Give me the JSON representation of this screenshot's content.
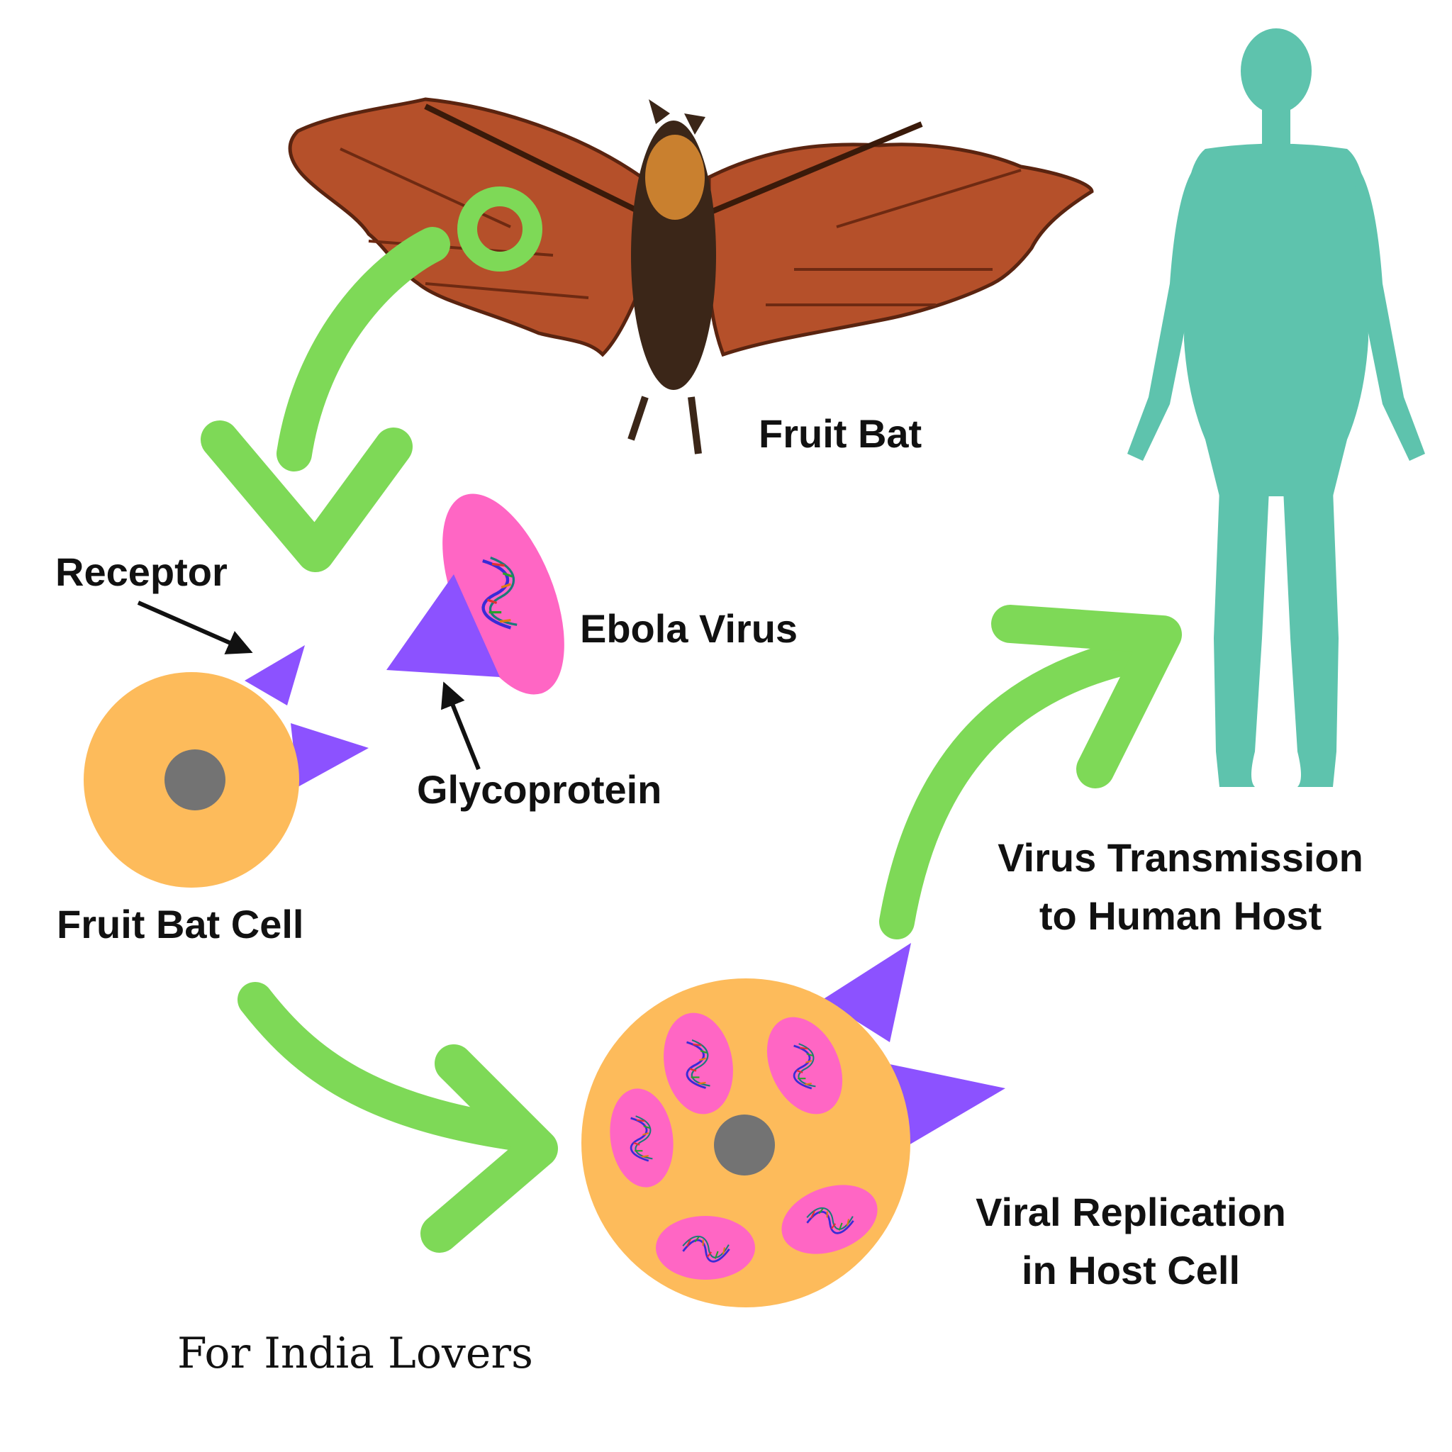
{
  "colors": {
    "arrow_green": "#7ed957",
    "cell_orange": "#fdbb5b",
    "nucleus_gray": "#737373",
    "spike_purple": "#8c52ff",
    "virus_pink": "#ff66c4",
    "human_teal": "#5ec3ad",
    "bat_wing": "#b5502a",
    "bat_body": "#3b2618"
  },
  "icons": [
    "fruit-bat-image",
    "human-silhouette-icon",
    "ebola-virus-icon",
    "fruit-bat-cell-icon",
    "host-cell-icon",
    "rna-strand-icon"
  ],
  "labels": {
    "fruit_bat": "Fruit Bat",
    "receptor": "Receptor",
    "ebola_virus": "Ebola Virus",
    "glycoprotein": "Glycoprotein",
    "fruit_bat_cell": "Fruit Bat Cell",
    "transmission_line1": "Virus Transmission",
    "transmission_line2": "to Human Host",
    "replication_line1": "Viral Replication",
    "replication_line2": "in Host Cell",
    "watermark": "For India Lovers"
  }
}
